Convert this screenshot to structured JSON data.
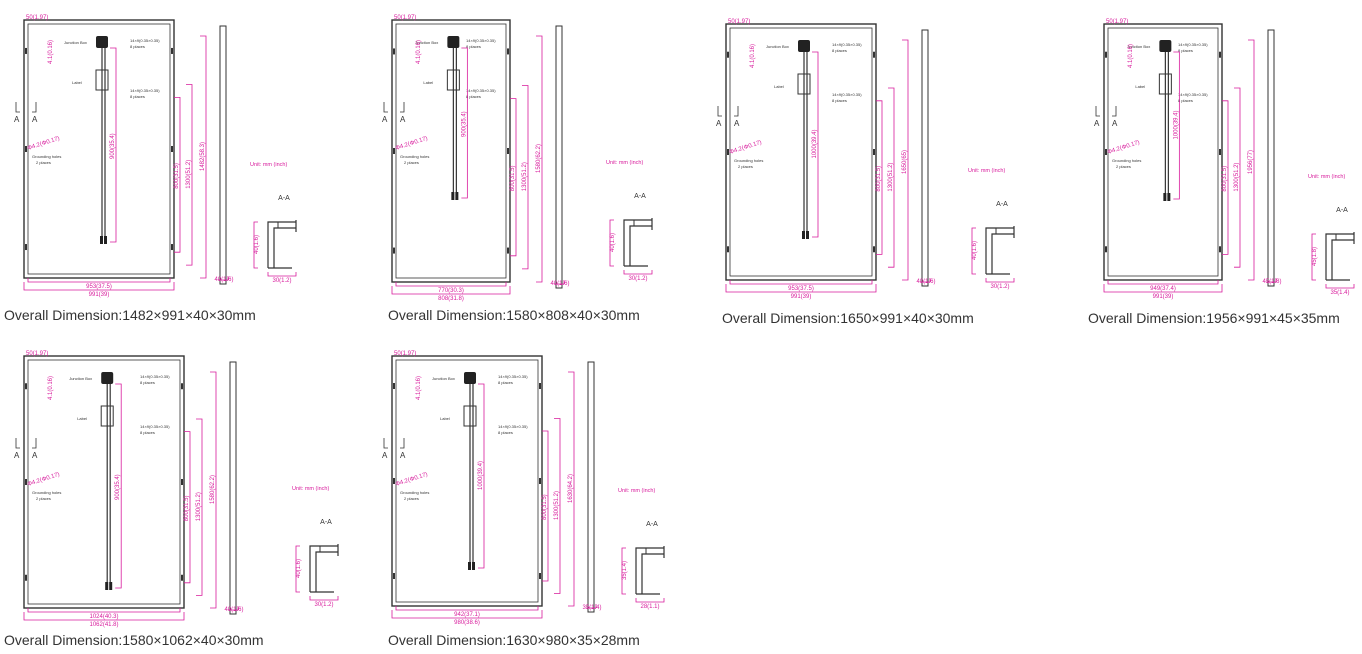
{
  "colors": {
    "dimension": "#d81b9c",
    "outline": "#333333",
    "caption": "#333333"
  },
  "common_labels": {
    "junction_box": "Junction Box",
    "label": "Label",
    "mount_holes": "14×9(0.35×0.35)",
    "mount_places": "8 places",
    "ground_holes": "Grounding holes",
    "ground_places": "2 places",
    "ground_dim": "Φ4.2(Φ0.17)",
    "top_offset": "50(1.97)",
    "side_offset": "4.1(0.16)",
    "section_mark": "A",
    "section_title": "A-A",
    "unit_label": "Unit: mm (inch)"
  },
  "panels": [
    {
      "caption": "Overall Dimension:1482×991×40×30mm",
      "inner_width": "953(37.5)",
      "outer_width": "991(39)",
      "cable": "900(35.4)",
      "mount_span": "800(31.5)",
      "mid_span": "1300(51.2)",
      "height": "1482(58.3)",
      "frame_height": "40(1.6)",
      "frame_depth": "40(1.6)",
      "frame_width": "30(1.2)"
    },
    {
      "caption": "Overall Dimension:1580×808×40×30mm",
      "inner_width": "770(30.3)",
      "outer_width": "808(31.8)",
      "cable": "900(35.4)",
      "mount_span": "800(31.5)",
      "mid_span": "1300(51.2)",
      "height": "1580(62.2)",
      "frame_height": "40(1.6)",
      "frame_depth": "40(1.6)",
      "frame_width": "30(1.2)"
    },
    {
      "caption": "Overall Dimension:1650×991×40×30mm",
      "inner_width": "953(37.5)",
      "outer_width": "991(39)",
      "cable": "1000(39.4)",
      "mount_span": "800(31.5)",
      "mid_span": "1300(51.2)",
      "height": "1650(65)",
      "frame_height": "40(1.6)",
      "frame_depth": "40(1.6)",
      "frame_width": "30(1.2)"
    },
    {
      "caption": "Overall Dimension:1956×991×45×35mm",
      "inner_width": "949(37.4)",
      "outer_width": "991(39)",
      "cable": "1000(39.4)",
      "mount_span": "800(31.5)",
      "mid_span": "1300(51.2)",
      "height": "1956(77)",
      "frame_height": "45(1.8)",
      "frame_depth": "45(1.8)",
      "frame_width": "35(1.4)"
    },
    {
      "caption": "Overall Dimension:1580×1062×40×30mm",
      "inner_width": "1024(40.3)",
      "outer_width": "1062(41.8)",
      "cable": "900(35.4)",
      "mount_span": "800(31.5)",
      "mid_span": "1300(51.2)",
      "height": "1580(62.2)",
      "frame_height": "40(1.6)",
      "frame_depth": "40(1.6)",
      "frame_width": "30(1.2)"
    },
    {
      "caption": "Overall Dimension:1630×980×35×28mm",
      "inner_width": "942(37.1)",
      "outer_width": "980(38.6)",
      "cable": "1000(39.4)",
      "mount_span": "800(31.5)",
      "mid_span": "1300(51.2)",
      "height": "1630(64.2)",
      "frame_height": "35(1.4)",
      "frame_depth": "35(1.4)",
      "frame_width": "28(1.1)"
    }
  ]
}
